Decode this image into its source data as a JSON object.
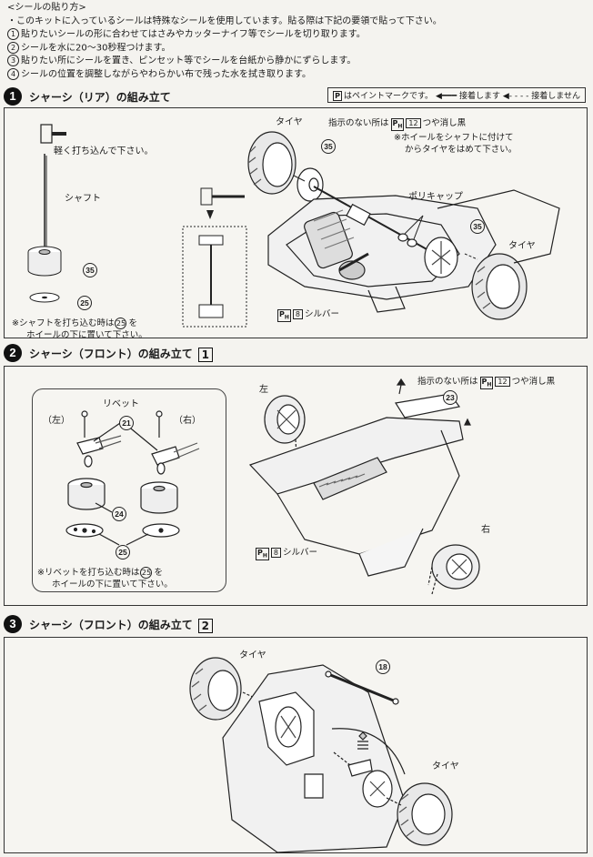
{
  "intro": {
    "heading": "<シールの貼り方>",
    "line1": "・このキットに入っているシールは特殊なシールを使用しています。貼る際は下記の要領で貼って下さい。",
    "steps": [
      {
        "n": "1",
        "text": "貼りたいシールの形に合わせてはさみやカッターナイフ等でシールを切り取ります。"
      },
      {
        "n": "2",
        "text": "シールを水に20〜30秒程つけます。"
      },
      {
        "n": "3",
        "text": "貼りたい所にシールを置き、ピンセット等でシールを台紙から静かにずらします。"
      },
      {
        "n": "4",
        "text": "シールの位置を調整しながらやわらかい布で残った水を拭き取ります。"
      }
    ]
  },
  "legend": {
    "paint": "P",
    "paint_text": "はペイントマークです。",
    "glue": "接着します",
    "noglue": "接着しません"
  },
  "step1": {
    "num": "1",
    "title": "シャーシ（リア）の組み立て",
    "tap_text": "軽く打ち込んで下さい。",
    "shaft": "シャフト",
    "note_line1": "※シャフトを打ち込む時は",
    "note_part": "25",
    "note_line1b": "を",
    "note_line2": "ホイールの下に置いて下さい。",
    "tire_top": "タイヤ",
    "tire_right": "タイヤ",
    "polycap": "ポリキャップ",
    "unspecified": "指示のない所は",
    "unspecified_paint": "12",
    "unspecified_color": "つや消し黒",
    "wheel_note1": "※ホイールをシャフトに付けて",
    "wheel_note2": "からタイヤをはめて下さい。",
    "silver_code": "8",
    "silver": "シルバー",
    "parts": {
      "p35a": "35",
      "p35b": "35",
      "p35c": "35",
      "p25": "25"
    }
  },
  "step2": {
    "num": "2",
    "title": "シャーシ（フロント）の組み立て",
    "box": "1",
    "rivet": "リベット",
    "left": "（左）",
    "right": "（右）",
    "note_line1": "※リベットを打ち込む時は",
    "note_part": "25",
    "note_line1b": "を",
    "note_line2": "ホイールの下に置いて下さい。",
    "unspecified": "指示のない所は",
    "unspecified_paint": "12",
    "unspecified_color": "つや消し黒",
    "label_left": "左",
    "label_right": "右",
    "silver_code": "8",
    "silver": "シルバー",
    "parts": {
      "p21": "21",
      "p24": "24",
      "p25": "25",
      "p23": "23"
    }
  },
  "step3": {
    "num": "3",
    "title": "シャーシ（フロント）の組み立て",
    "box": "2",
    "tire_top": "タイヤ",
    "tire_bottom": "タイヤ",
    "parts": {
      "p18": "18"
    }
  }
}
